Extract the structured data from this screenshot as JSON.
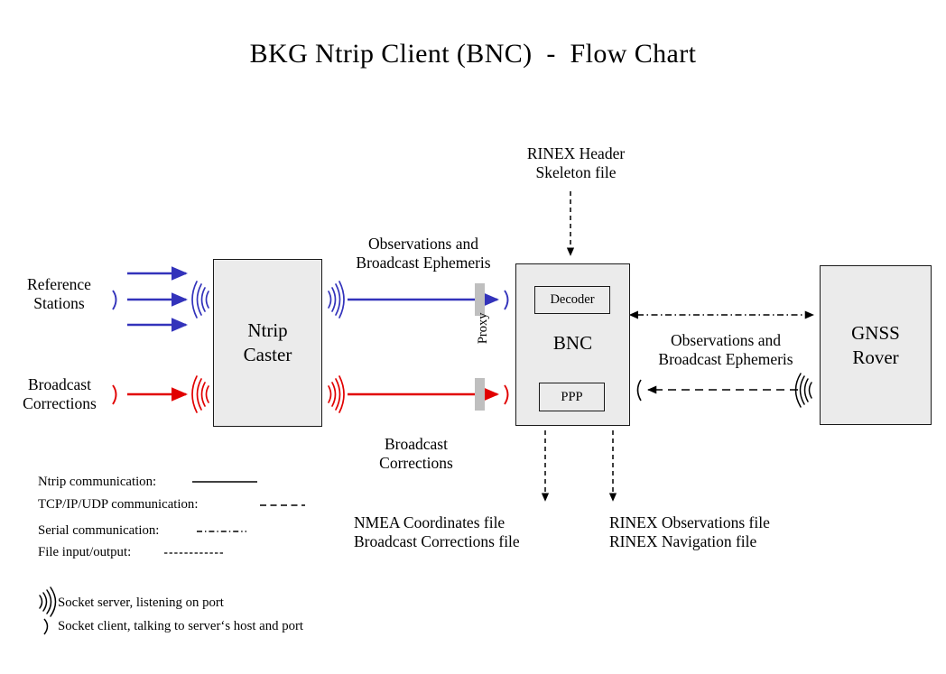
{
  "title": "BKG Ntrip Client (BNC)  -  Flow Chart",
  "colors": {
    "ntrip_blue": "#3333bb",
    "ntrip_red": "#e10000",
    "box_fill": "#ebebeb",
    "box_border": "#1a1a1a",
    "proxy_bar": "#bfbfbf",
    "line_black": "#000000"
  },
  "nodes": {
    "caster": {
      "label": "Ntrip\nCaster"
    },
    "bnc": {
      "label": "BNC",
      "decoder": "Decoder",
      "ppp": "PPP"
    },
    "rover": {
      "label": "GNSS\nRover"
    }
  },
  "labels": {
    "reference_stations": "Reference\nStations",
    "broadcast_corrections": "Broadcast\nCorrections",
    "observations_ephemeris_left": "Observations and\nBroadcast Ephemeris",
    "broadcast_corrections_bottom": "Broadcast\nCorrections",
    "rinex_header_skeleton": "RINEX Header\nSkeleton file",
    "observations_ephemeris_right": "Observations and\nBroadcast Ephemeris",
    "proxy": "Proxy",
    "output_left": "NMEA Coordinates file\nBroadcast Corrections file",
    "output_right": "RINEX Observations file\nRINEX Navigation file"
  },
  "legend": {
    "rows": [
      {
        "text": "Ntrip communication:",
        "style": "solid"
      },
      {
        "text": "TCP/IP/UDP communication:",
        "style": "long-dash"
      },
      {
        "text": "Serial communication:",
        "style": "dash-dot"
      },
      {
        "text": "File input/output:",
        "style": "short-dash"
      }
    ],
    "sockets": [
      {
        "icon": "socket-server-icon",
        "text": "Socket server, listening on port"
      },
      {
        "icon": "socket-client-icon",
        "text": "Socket client, talking to server‘s host and port"
      }
    ]
  }
}
